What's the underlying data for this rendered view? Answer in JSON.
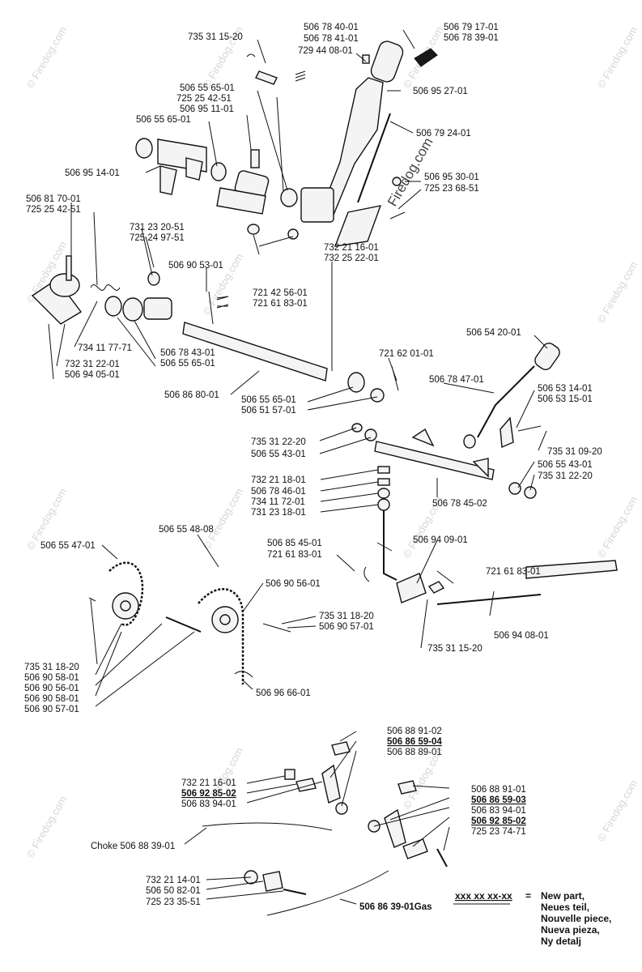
{
  "watermark": {
    "text": "© Firedog.com",
    "main": "Firedog.com"
  },
  "labels": {
    "l1": "506 79 17-01",
    "l2": "506 78 39-01",
    "l3": "735 31 15-20",
    "l4": "506 78 40-01",
    "l5": "506 78 41-01",
    "l6": "729 44 08-01",
    "l7": "506 55 65-01",
    "l8": "725 25 42-51",
    "l9": "506 95 11-01",
    "l10": "506 95 27-01",
    "l11": "506 55 65-01",
    "l12": "506 79 24-01",
    "l13": "506 95 14-01",
    "l14": "506 95 30-01",
    "l15": "725 23 68-51",
    "l16": "506 81 70-01",
    "l17": "725 25 42-51",
    "l18": "731 23 20-51",
    "l19": "725 24 97-51",
    "l20": "506 90 53-01",
    "l21": "732 21 16-01",
    "l22": "732 25 22-01",
    "l23": "721 42 56-01",
    "l24": "721 61 83-01",
    "l25": "734 11 77-71",
    "l26": "506 78 43-01",
    "l27": "732 31 22-01",
    "l28": "506 55 65-01",
    "l29": "506 94 05-01",
    "l30": "506 54 20-01",
    "l31": "721 62 01-01",
    "l32": "506 78 47-01",
    "l33": "506 53 14-01",
    "l34": "506 53 15-01",
    "l35": "506 86 80-01",
    "l36": "506 55 65-01",
    "l37": "506 51 57-01",
    "l38": "735 31 22-20",
    "l39": "506 55 43-01",
    "l40": "735 31 09-20",
    "l41": "506 55 43-01",
    "l42": "735 31 22-20",
    "l43": "732 21 18-01",
    "l44": "506 78 46-01",
    "l45": "734 11 72-01",
    "l46": "731 23 18-01",
    "l47": "506 78 45-02",
    "l48": "506 55 48-08",
    "l49": "506 55 47-01",
    "l50": "506 85 45-01",
    "l51": "506 94 09-01",
    "l52": "721 61 83-01",
    "l53": "721 61 83-01",
    "l54": "506 90 56-01",
    "l55": "735 31 18-20",
    "l56": "506 90 57-01",
    "l57": "506 94 08-01",
    "l58": "735 31 15-20",
    "l59": "735 31 18-20",
    "l60": "506 90 58-01",
    "l61": "506 90 56-01",
    "l62": "506 90 58-01",
    "l63": "506 90 57-01",
    "l64": "506 96 66-01",
    "l65": "506 88 91-02",
    "l66": "506 86 59-04",
    "l67": "506 88 89-01",
    "l68": "732 21 16-01",
    "l69": "506 92 85-02",
    "l70": "506 83 94-01",
    "l71": "506 88 91-01",
    "l72": "506 86 59-03",
    "l73": "506 83 94-01",
    "l74": "506 92 85-02",
    "l75": "725 23 74-71",
    "l76": "Choke 506 88 39-01",
    "l77": "732 21 14-01",
    "l78": "506 50 82-01",
    "l79": "725 23 35-51",
    "l80": "506 86 39-01Gas"
  },
  "legend": {
    "code": "xxx xx xx-xx",
    "equals": "=",
    "lines": [
      "New part,",
      "Neues teil,",
      "Nouvelle piece,",
      "Nueva pieza,",
      "Ny detalj"
    ]
  }
}
